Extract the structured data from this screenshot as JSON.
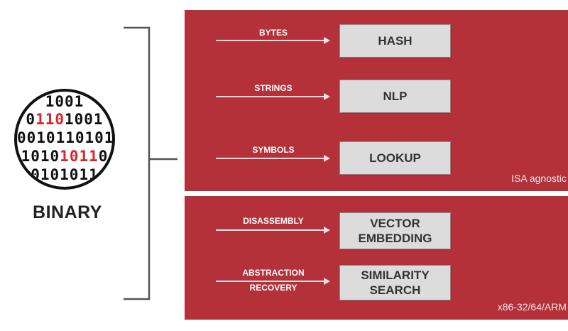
{
  "binary": {
    "bits": [
      [
        "1001",
        "",
        ""
      ],
      [
        "0",
        "110",
        "1001"
      ],
      [
        "0010110101",
        "",
        ""
      ],
      [
        "1010",
        "1011",
        "0"
      ],
      [
        "0101011",
        "",
        ""
      ]
    ],
    "label": "BINARY"
  },
  "top_panel": {
    "note": "ISA agnostic",
    "rows": [
      {
        "input": "BYTES",
        "output": "HASH"
      },
      {
        "input": "STRINGS",
        "output": "NLP"
      },
      {
        "input": "SYMBOLS",
        "output": "LOOKUP"
      }
    ]
  },
  "bottom_panel": {
    "note": "x86-32/64/ARM",
    "rows": [
      {
        "input": "DISASSEMBLY",
        "output": "VECTOR\nEMBEDDING"
      },
      {
        "input": "ABSTRACTION\nRECOVERY",
        "output": "SIMILARITY\nSEARCH"
      }
    ]
  },
  "colors": {
    "panel": "#b5313a",
    "accent_bits": "#d8262b"
  }
}
